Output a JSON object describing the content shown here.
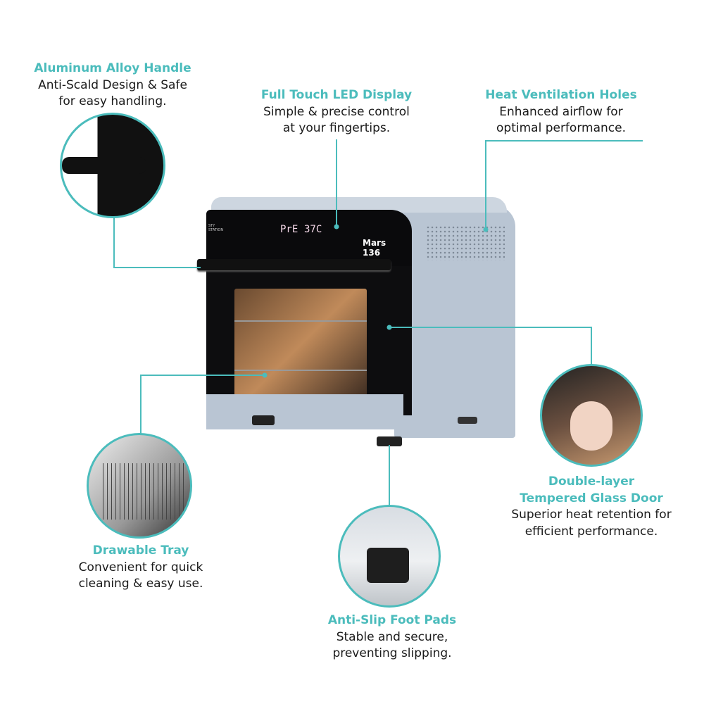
{
  "callouts": {
    "handle": {
      "title": "Aluminum Alloy Handle",
      "line1": "Anti-Scald Design & Safe",
      "line2": "for easy handling."
    },
    "display": {
      "title": "Full Touch LED Display",
      "line1": "Simple & precise control",
      "line2": "at your fingertips."
    },
    "vent": {
      "title": "Heat Ventilation Holes",
      "line1": "Enhanced airflow for",
      "line2": "optimal performance."
    },
    "door": {
      "title1": "Double-layer",
      "title2": "Tempered Glass Door",
      "line1": "Superior heat retention for",
      "line2": "efficient performance."
    },
    "tray": {
      "title": "Drawable Tray",
      "line1": "Convenient for quick",
      "line2": "cleaning & easy use."
    },
    "feet": {
      "title": "Anti-Slip Foot Pads",
      "line1": "Stable and secure,",
      "line2": "preventing slipping."
    }
  },
  "oven": {
    "brand": "STY STATION",
    "display_mode": "PrE",
    "display_temp": "37C",
    "model": "Mars 136"
  },
  "colors": {
    "accent": "#4bbcbc",
    "body": "#b9c5d3",
    "door": "#0d0d0f"
  }
}
